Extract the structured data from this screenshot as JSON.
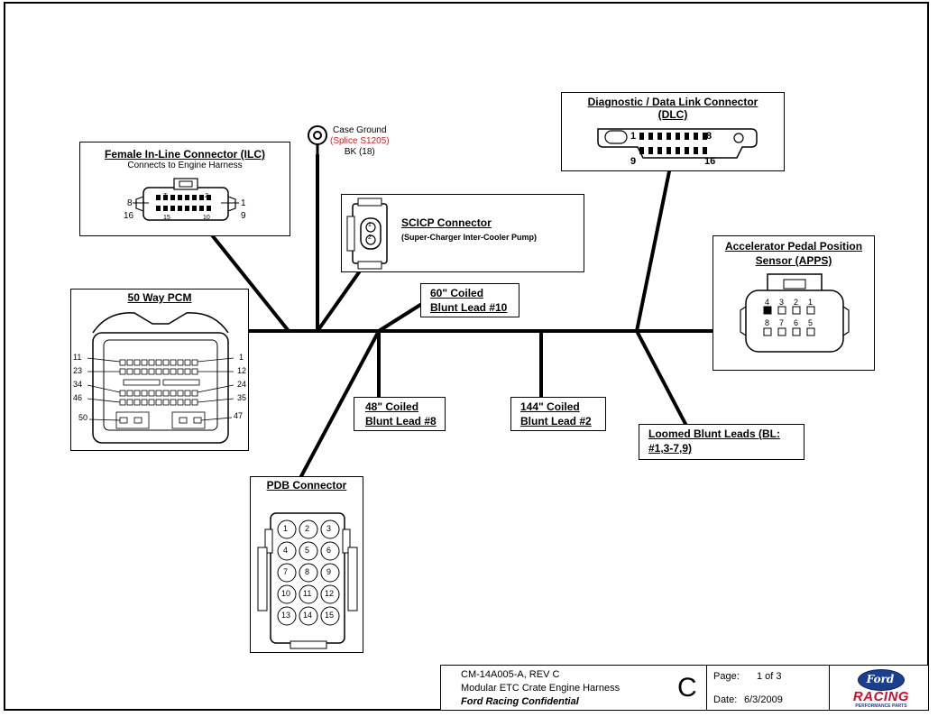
{
  "diagram": {
    "title_block": {
      "doc_number": "CM-14A005-A, REV C",
      "doc_title": "Modular ETC Crate Engine Harness",
      "confidential": "Ford Racing Confidential",
      "rev_letter": "C",
      "page_label": "Page:",
      "page_value": "1 of 3",
      "date_label": "Date:",
      "date_value": "6/3/2009",
      "logo_ford": "Ford",
      "logo_racing": "RACING",
      "logo_tagline": "PERFORMANCE PARTS"
    },
    "ilc": {
      "title": "Female In-Line Connector (ILC)",
      "subtitle": "Connects to Engine Harness",
      "pins": [
        "8",
        "7",
        "2",
        "1",
        "16",
        "15",
        "10",
        "9"
      ]
    },
    "case_ground": {
      "line1": "Case Ground",
      "line2": "(Splice S1205)",
      "line3": "BK (18)"
    },
    "scicp": {
      "title": "SCICP Connector",
      "subtitle": "(Super-Charger Inter-Cooler Pump)",
      "pins": [
        "1",
        "2"
      ]
    },
    "dlc": {
      "title_line1": "Diagnostic / Data Link Connector",
      "title_line2": "(DLC)",
      "pins": [
        "1",
        "8",
        "9",
        "16"
      ]
    },
    "apps": {
      "title_line1": "Accelerator Pedal Position",
      "title_line2": "Sensor (APPS)",
      "pins_top": [
        "4",
        "3",
        "2",
        "1"
      ],
      "pins_bottom": [
        "8",
        "7",
        "6",
        "5"
      ]
    },
    "pcm": {
      "title": "50 Way PCM",
      "pins_left": [
        "11",
        "23",
        "34",
        "46",
        "50"
      ],
      "pins_right": [
        "1",
        "12",
        "24",
        "35",
        "47"
      ]
    },
    "pdb": {
      "title": "PDB Connector",
      "pins": [
        "1",
        "2",
        "3",
        "4",
        "5",
        "6",
        "7",
        "8",
        "9",
        "10",
        "11",
        "12",
        "13",
        "14",
        "15"
      ]
    },
    "leads": {
      "coiled_10_l1": "60\" Coiled",
      "coiled_10_l2": "Blunt Lead #10",
      "coiled_8_l1": "48\" Coiled",
      "coiled_8_l2": "Blunt Lead #8",
      "coiled_2_l1": "144\" Coiled",
      "coiled_2_l2": "Blunt Lead #2",
      "loomed_l1": "Loomed Blunt Leads (BL:",
      "loomed_l2": "#1,3-7,9)"
    },
    "colors": {
      "splice_text": "#d02020",
      "logo_blue": "#1a3f8f",
      "logo_red": "#c8102e",
      "line": "#000000"
    }
  }
}
